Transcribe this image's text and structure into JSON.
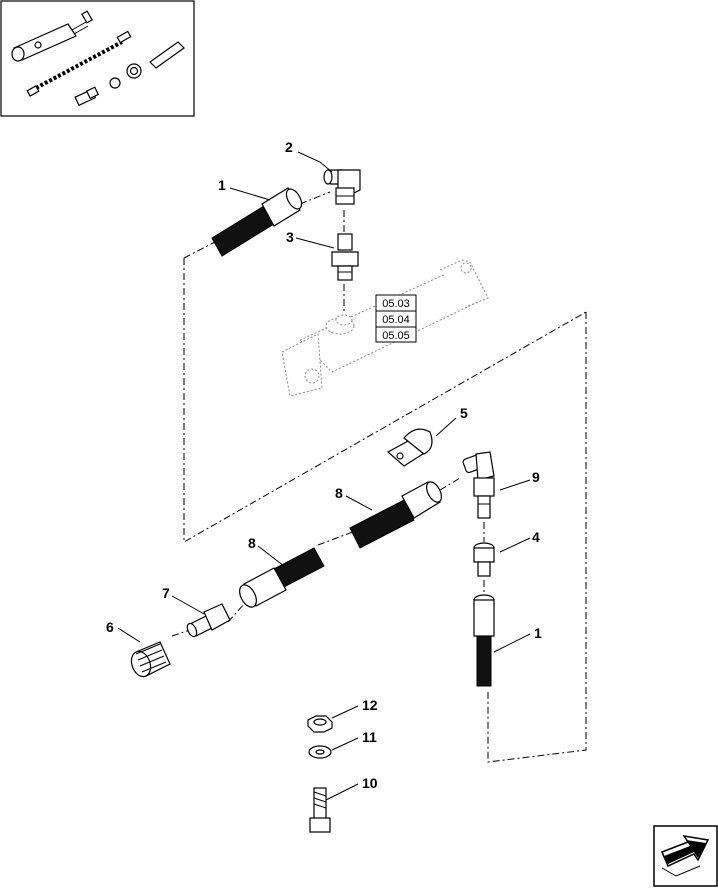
{
  "callouts": {
    "c1a": "1",
    "c2": "2",
    "c3": "3",
    "c1b": "1",
    "c4": "4",
    "c5": "5",
    "c6": "6",
    "c7": "7",
    "c8a": "8",
    "c8b": "8",
    "c9": "9",
    "c10": "10",
    "c11": "11",
    "c12": "12"
  },
  "references": [
    "05.03",
    "05.04",
    "05.05"
  ],
  "nav": {
    "icon": "next-page-arrow-icon"
  }
}
